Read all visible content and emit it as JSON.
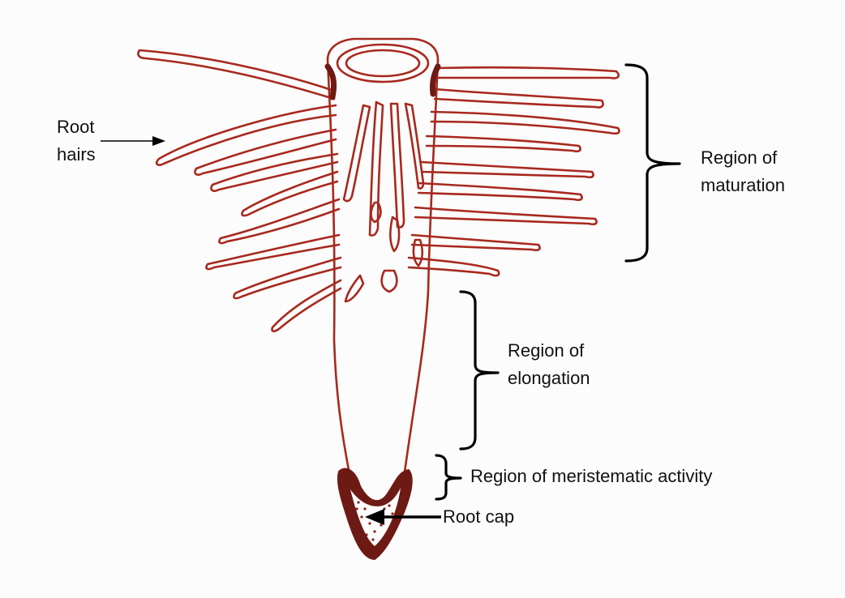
{
  "labels": {
    "root_hairs_line1": "Root",
    "root_hairs_line2": "hairs",
    "maturation_line1": "Region of",
    "maturation_line2": "maturation",
    "elongation_line1": "Region of",
    "elongation_line2": "elongation",
    "meristematic": "Region of meristematic activity",
    "root_cap": "Root cap"
  },
  "colors": {
    "root_stroke": "#a8281e",
    "root_dark": "#6e1a14",
    "annotation": "#000000",
    "background": "#fbfcfb"
  }
}
